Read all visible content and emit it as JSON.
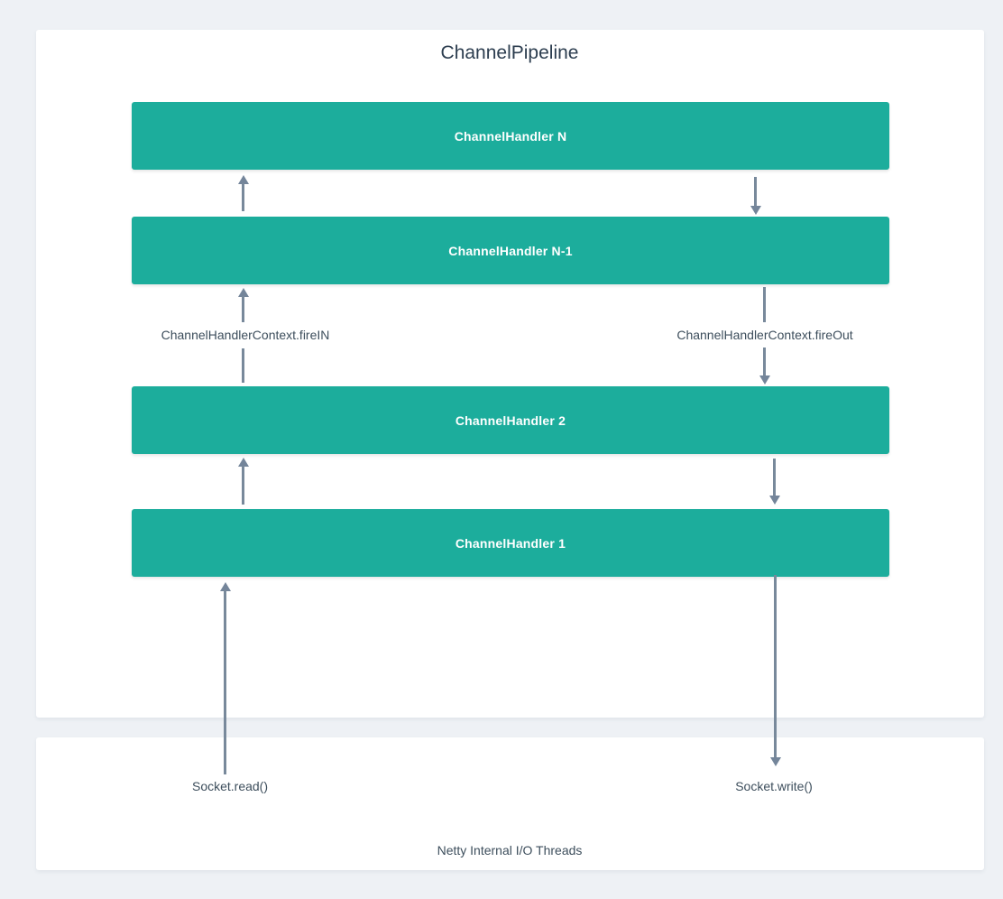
{
  "diagram": {
    "title": "ChannelPipeline",
    "handlers": [
      {
        "label": "ChannelHandler N"
      },
      {
        "label": "ChannelHandler N-1"
      },
      {
        "label": "ChannelHandler 2"
      },
      {
        "label": "ChannelHandler 1"
      }
    ],
    "inbound_label": "ChannelHandlerContext.fireIN",
    "outbound_label": "ChannelHandlerContext.fireOut",
    "socket_read_label": "Socket.read()",
    "socket_write_label": "Socket.write()",
    "io_threads_label": "Netty Internal I/O Threads"
  },
  "colors": {
    "background": "#eef1f5",
    "panel": "#ffffff",
    "handler_box": "#1cad9c",
    "handler_text": "#ffffff",
    "arrow": "#78899b",
    "label_text": "#3d4e5c",
    "title_text": "#2c3d4f"
  }
}
